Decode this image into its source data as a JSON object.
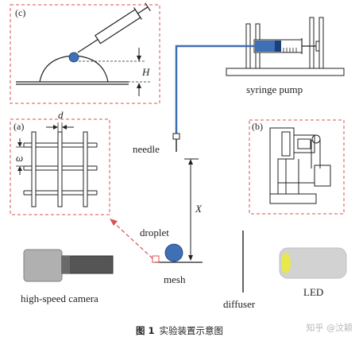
{
  "labels": {
    "panel_c": "(c)",
    "panel_a": "(a)",
    "panel_b": "(b)",
    "H": "H",
    "d": "d",
    "omega": "ω",
    "X": "X",
    "syringe_pump": "syringe pump",
    "needle": "needle",
    "droplet": "droplet",
    "mesh": "mesh",
    "high_speed_camera": "high-speed camera",
    "diffuser": "diffuser",
    "LED": "LED"
  },
  "caption": {
    "number": "图 1",
    "text": "实验装置示意图"
  },
  "watermark": "知乎 @汶颖",
  "colors": {
    "dashed_frame": "#d9534f",
    "tube": "#3f6fb4",
    "droplet": "#3f6fb4",
    "led_tip": "#e8e84a",
    "camera_body": "#b0b0b0"
  }
}
